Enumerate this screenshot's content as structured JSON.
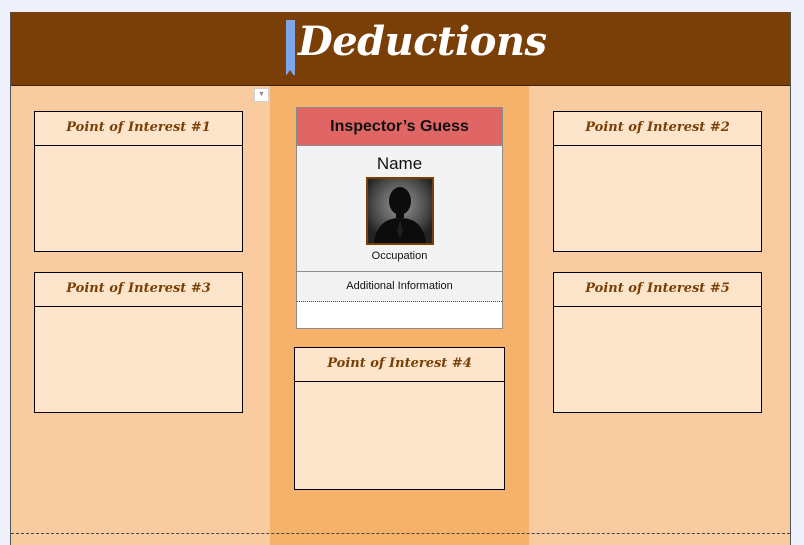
{
  "header": {
    "title": "Deductions",
    "bg_color": "#7a3f06",
    "bookmark_color": "#7fa6e8"
  },
  "colors": {
    "side_columns": "#f8cca0",
    "center_column": "#f6b26b",
    "poi_box": "#fde5cb",
    "guess_header": "#e06666"
  },
  "toolbar": {
    "dropdown_icon": "chevron-down-icon"
  },
  "points_of_interest": [
    {
      "label": "Point of Interest #1"
    },
    {
      "label": "Point of Interest #2"
    },
    {
      "label": "Point of Interest #3"
    },
    {
      "label": "Point of Interest #4"
    },
    {
      "label": "Point of Interest #5"
    }
  ],
  "inspector_guess": {
    "title": "Inspector’s Guess",
    "name_label": "Name",
    "portrait_icon": "person-silhouette-icon",
    "occupation_label": "Occupation",
    "additional_info_label": "Additional Information"
  }
}
